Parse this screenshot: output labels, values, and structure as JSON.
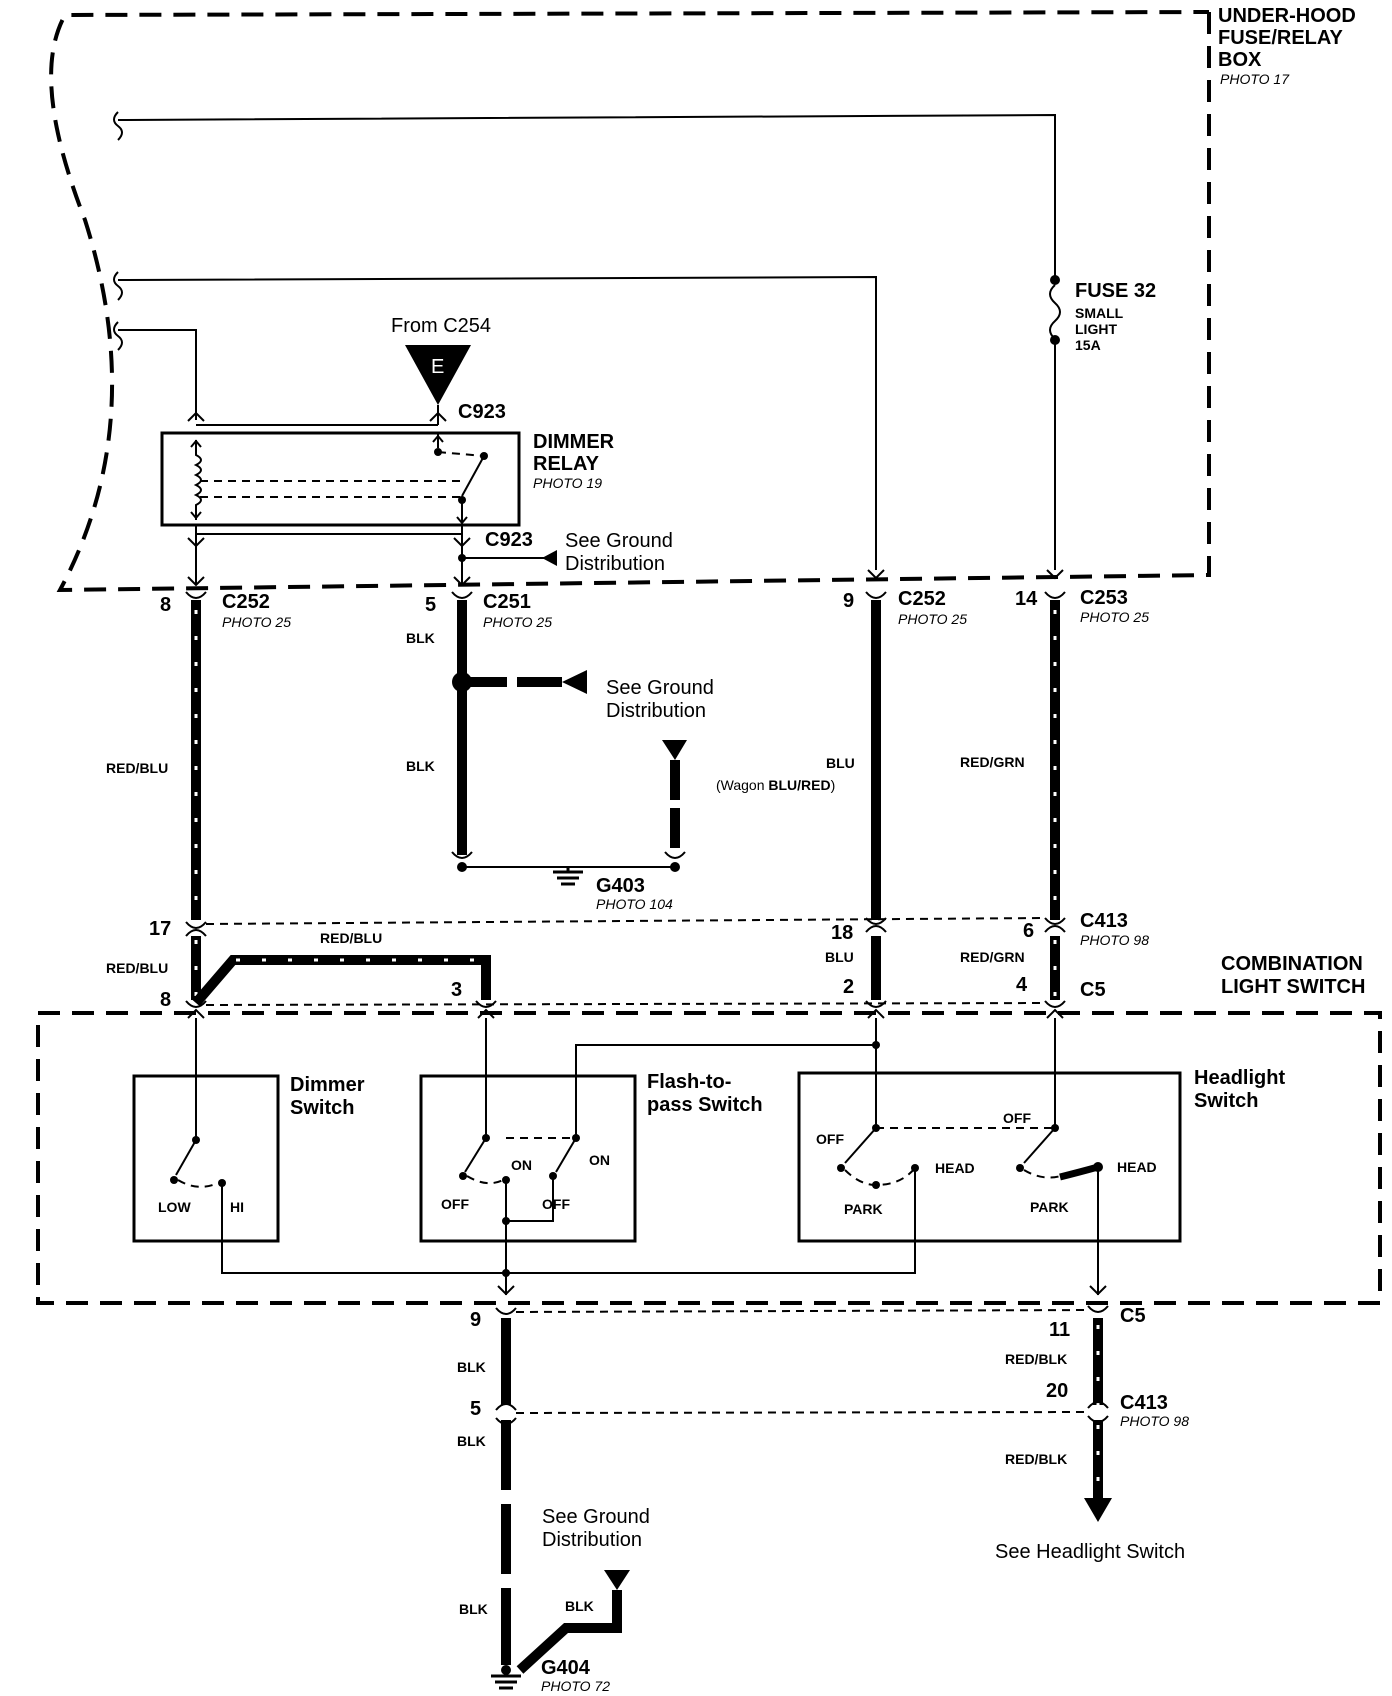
{
  "fuse_box": {
    "title_line1": "UNDER-HOOD",
    "title_line2": "FUSE/RELAY",
    "title_line3": "BOX",
    "photo": "PHOTO 17"
  },
  "fuse": {
    "name": "FUSE 32",
    "desc1": "SMALL",
    "desc2": "LIGHT",
    "rating": "15A"
  },
  "from_label": "From C254",
  "e_symbol": "E",
  "relay": {
    "connector_top": "C923",
    "name1": "DIMMER",
    "name2": "RELAY",
    "photo": "PHOTO 19",
    "connector_bot": "C923"
  },
  "ground_dist": {
    "line1": "See Ground",
    "line2": "Distribution"
  },
  "connectors": {
    "c252a": {
      "pin": "8",
      "name": "C252",
      "photo": "PHOTO 25"
    },
    "c251": {
      "pin": "5",
      "name": "C251",
      "photo": "PHOTO 25"
    },
    "c252b": {
      "pin": "9",
      "name": "C252",
      "photo": "PHOTO 25"
    },
    "c253": {
      "pin": "14",
      "name": "C253",
      "photo": "PHOTO 25"
    },
    "c413_top": {
      "name": "C413",
      "photo": "PHOTO 98",
      "pin17": "17",
      "pin18": "18",
      "pin6": "6"
    },
    "c5_top": {
      "name": "C5",
      "pin8": "8",
      "pin3": "3",
      "pin2": "2",
      "pin4": "4"
    },
    "c5_bot": {
      "name": "C5",
      "pin9": "9",
      "pin11": "11"
    },
    "c413_bot": {
      "name": "C413",
      "photo": "PHOTO 98",
      "pin5": "5",
      "pin20": "20"
    }
  },
  "wire_colors": {
    "red_blu": "RED/BLU",
    "blk": "BLK",
    "blu": "BLU",
    "wagon_pre": "(Wagon ",
    "wagon_col": "BLU/RED",
    "wagon_post": ")",
    "red_grn": "RED/GRN",
    "red_blk": "RED/BLK"
  },
  "grounds": {
    "g403": "G403",
    "g403_photo": "PHOTO 104",
    "g404": "G404",
    "g404_photo": "PHOTO 72"
  },
  "switch": {
    "title1": "COMBINATION",
    "title2": "LIGHT SWITCH",
    "dimmer1": "Dimmer",
    "dimmer2": "Switch",
    "low": "LOW",
    "hi": "HI",
    "flash1": "Flash-to-",
    "flash2": "pass Switch",
    "on": "ON",
    "off": "OFF",
    "head1": "Headlight",
    "head2": "Switch",
    "park": "PARK",
    "head": "HEAD"
  },
  "see_headlight": "See Headlight Switch"
}
